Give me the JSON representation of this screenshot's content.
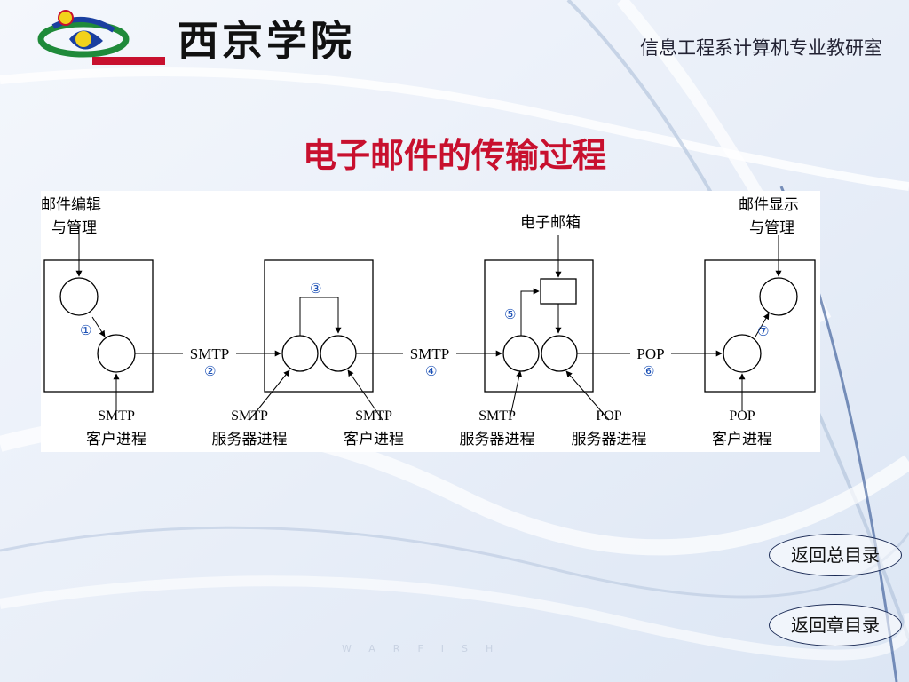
{
  "header": {
    "school_name": "西京学院",
    "department": "信息工程系计算机专业教研室"
  },
  "slide": {
    "title": "电子邮件的传输过程"
  },
  "diagram": {
    "sender_label_1": "邮件编辑",
    "sender_label_2": "与管理",
    "mailbox_label": "电子邮箱",
    "receiver_label_1": "邮件显示",
    "receiver_label_2": "与管理",
    "protocol_1": "SMTP",
    "protocol_2": "SMTP",
    "protocol_3": "POP",
    "step_1": "①",
    "step_2": "②",
    "step_3": "③",
    "step_4": "④",
    "step_5": "⑤",
    "step_6": "⑥",
    "step_7": "⑦",
    "process_1_line1": "SMTP",
    "process_1_line2": "客户进程",
    "process_2_line1": "SMTP",
    "process_2_line2": "服务器进程",
    "process_3_line1": "SMTP",
    "process_3_line2": "客户进程",
    "process_4_line1": "SMTP",
    "process_4_line2": "服务器进程",
    "process_5_line1": "POP",
    "process_5_line2": "服务器进程",
    "process_6_line1": "POP",
    "process_6_line2": "客户进程"
  },
  "nav": {
    "back_to_main": "返回总目录",
    "back_to_chapter": "返回章目录"
  },
  "footer": {
    "watermark": "WARFISH"
  },
  "colors": {
    "title": "#c8102e",
    "step_marker": "#1a4fb5"
  }
}
